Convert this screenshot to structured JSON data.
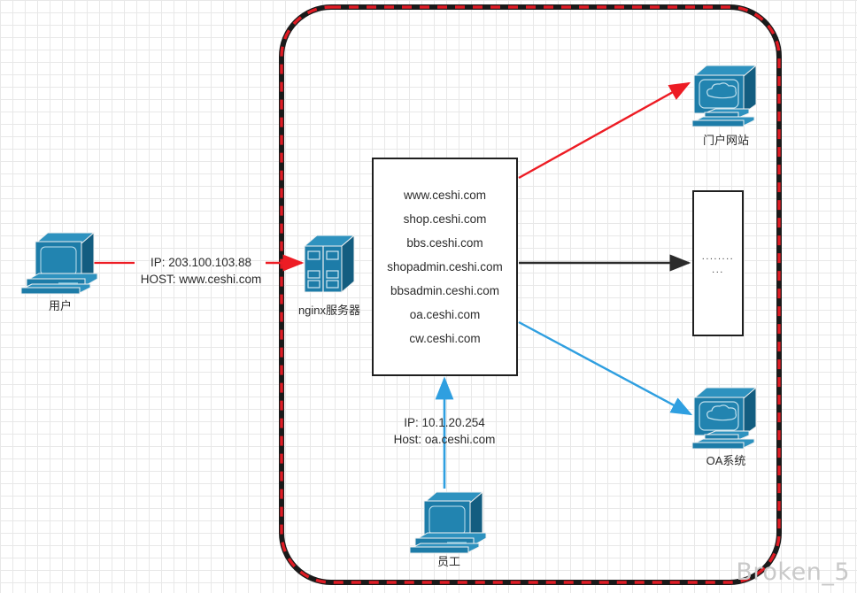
{
  "diagram": {
    "title": "nginx virtual host network topology",
    "background": {
      "grid_minor": "#e8e8e8",
      "grid_major": "#d4d4d4",
      "paper": "#ffffff"
    },
    "boundary": {
      "name": "network-boundary",
      "stroke_black": "#1a1a1a",
      "stroke_red": "#e01b24",
      "style": "black solid with red dashes"
    },
    "colors": {
      "device": "#1d7ca8",
      "device_dark": "#135d80",
      "device_light": "#2e92bf",
      "red_arrow": "#ed1c24",
      "blue_arrow": "#2f9fe0",
      "black_arrow": "#2b2b2b",
      "box_stroke": "#1f1f1f",
      "text": "#2b2b2b",
      "watermark": "#c9c9c9"
    }
  },
  "nodes": {
    "user": {
      "label": "用户",
      "type": "desktop-computer"
    },
    "nginx": {
      "label": "nginx服务器",
      "type": "server-rack"
    },
    "portal": {
      "label": "门户网站",
      "type": "server-computer"
    },
    "oa": {
      "label": "OA系统",
      "type": "server-computer"
    },
    "employee": {
      "label": "员工",
      "type": "desktop-computer"
    },
    "other": {
      "label": "",
      "type": "blank-box",
      "dots_line1": "........",
      "dots_line2": "..."
    }
  },
  "domain_box": {
    "name": "virtual-host-domain-list",
    "entries": [
      "www.ceshi.com",
      "shop.ceshi.com",
      "bbs.ceshi.com",
      "shopadmin.ceshi.com",
      "bbsadmin.ceshi.com",
      "oa.ceshi.com",
      "cw.ceshi.com"
    ]
  },
  "edges": {
    "user_to_nginx": {
      "color": "#ed1c24",
      "line1": "IP: 203.100.103.88",
      "line2": "HOST: www.ceshi.com"
    },
    "employee_to_nginx": {
      "color": "#2f9fe0",
      "line1": "IP: 10.1.20.254",
      "line2": "Host: oa.ceshi.com"
    },
    "box_to_portal": {
      "color": "#ed1c24",
      "label": ""
    },
    "box_to_other": {
      "color": "#2b2b2b",
      "label": ""
    },
    "box_to_oa": {
      "color": "#2f9fe0",
      "label": ""
    }
  },
  "watermark": {
    "text": "Broken_5"
  }
}
